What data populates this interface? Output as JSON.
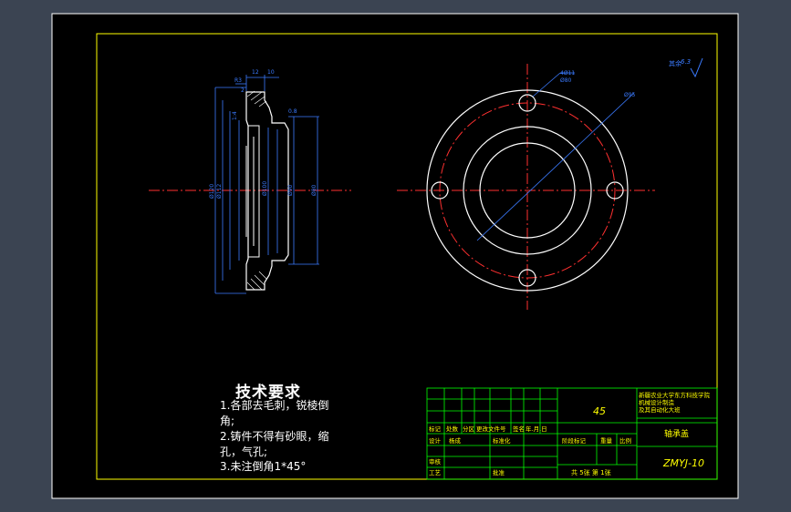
{
  "drawing": {
    "roughness_note": "其余",
    "roughness_value": "6.3",
    "part_material": "45",
    "part_name": "轴承盖",
    "drawing_code": "ZMYJ-10",
    "school_line1": "新疆农业大学东方科技学院",
    "school_line2": "机械设计制造",
    "school_line3": "及其自动化大班",
    "sheet_info": "共 5张  第 1张"
  },
  "title_block": {
    "row_headers": [
      "标记",
      "处数",
      "分区",
      "更改文件号",
      "签名",
      "年.月.日"
    ],
    "designer_label": "设计",
    "designer_name": "杨成",
    "standardization_label": "标准化",
    "stage_label": "阶段标记",
    "weight_label": "重量",
    "scale_label": "比例",
    "review_label": "审核",
    "process_label": "工艺",
    "approve_label": "批准"
  },
  "dimensions": {
    "d1": "12",
    "d2": "10",
    "d3": "R3",
    "d4": "2",
    "bolt_holes": "4Ø11",
    "bolt_circle": "Ø80",
    "pcd": "Ø95",
    "dia_a": "Ø120",
    "dia_b": "Ø112",
    "dia_c": "Ø100",
    "dia_d": "Ø90",
    "dia_e": "Ø80",
    "dia_f": "Ø95",
    "chamfer_tag": "0.8",
    "slope": "1:4"
  },
  "tech_requirements": {
    "title": "技术要求",
    "line1": "1.各部去毛刺，锐棱倒",
    "line2": "角;",
    "line3": "2.铸件不得有砂眼，缩",
    "line4": "孔，气孔;",
    "line5": "3.未注倒角1*45°"
  }
}
